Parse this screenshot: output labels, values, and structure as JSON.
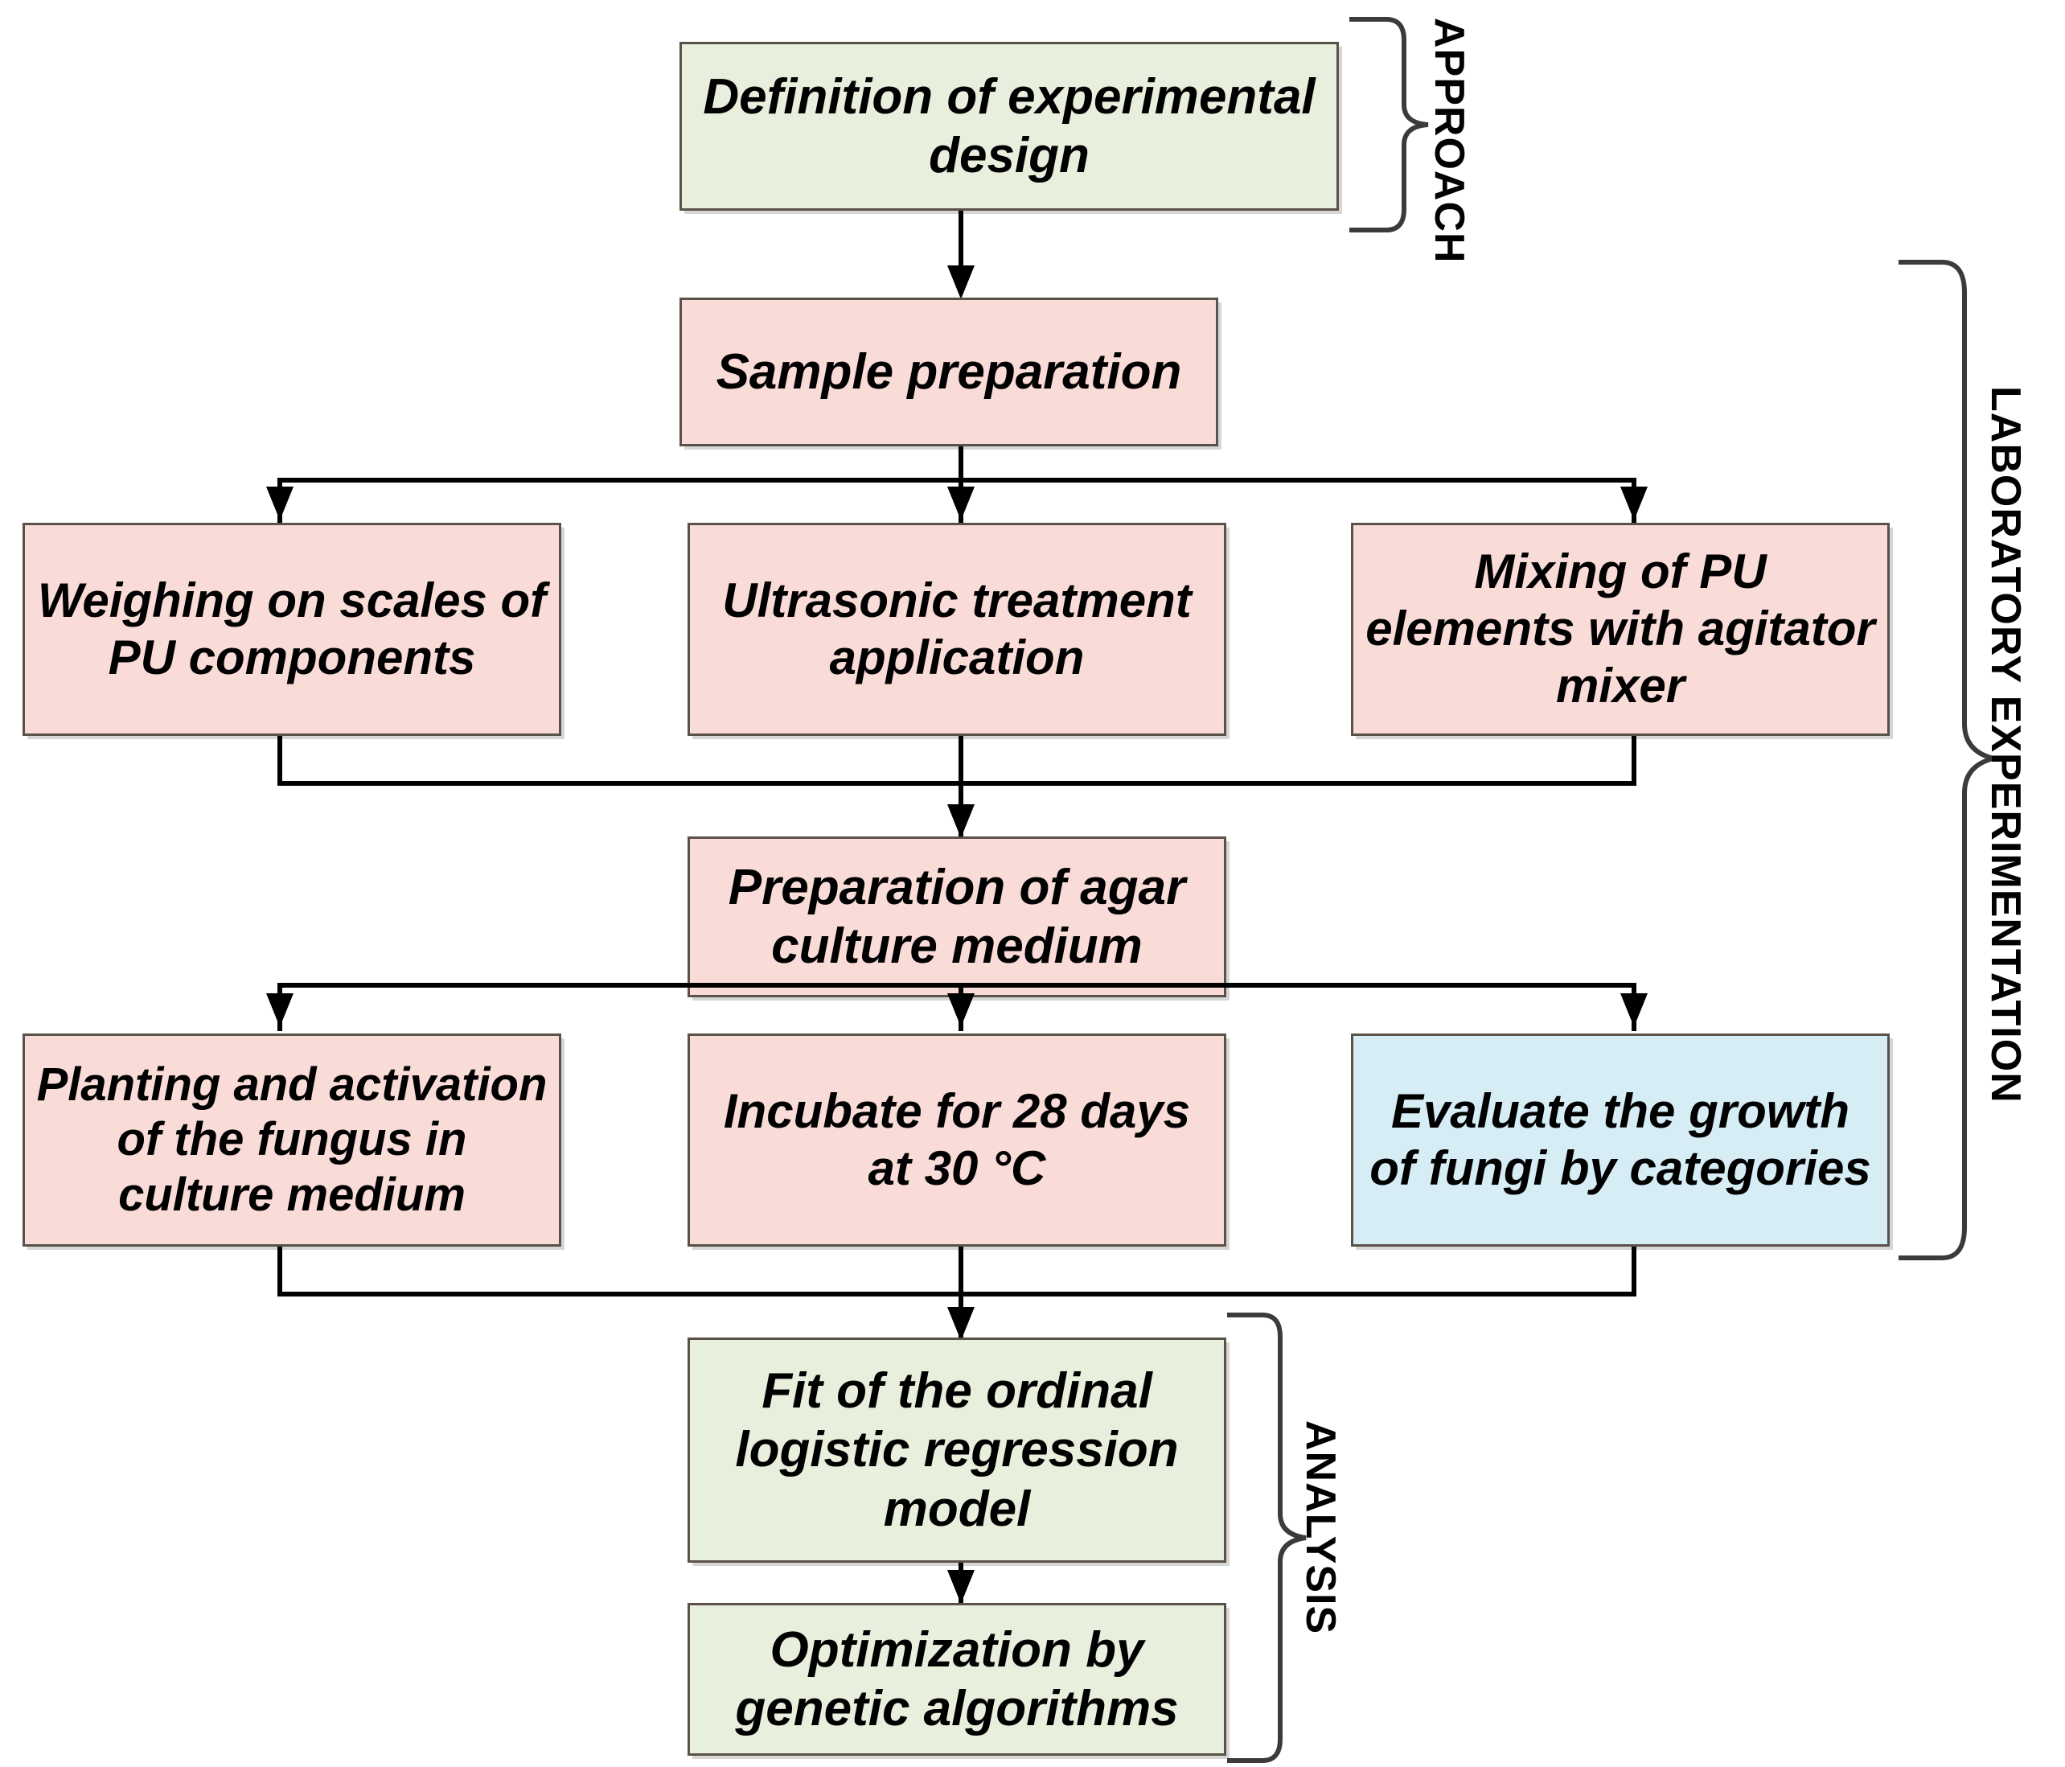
{
  "diagram": {
    "title": "Experimental workflow flowchart",
    "colors": {
      "green_fill": "#e9efdd",
      "pink_fill": "#f9dbd7",
      "blue_fill": "#d6edf5",
      "border": "#5a5148",
      "connector": "#000000"
    },
    "groups": [
      {
        "id": "approach",
        "label": "APPROACH"
      },
      {
        "id": "laboratory",
        "label": "LABORATORY EXPERIMENTATION"
      },
      {
        "id": "analysis",
        "label": "ANALYSIS"
      }
    ],
    "nodes": [
      {
        "id": "n1",
        "label": "Definition of experimental design",
        "fill": "green",
        "group": "approach"
      },
      {
        "id": "n2",
        "label": "Sample preparation",
        "fill": "pink",
        "group": "laboratory"
      },
      {
        "id": "n3",
        "label": "Weighing on scales of PU components",
        "fill": "pink",
        "group": "laboratory"
      },
      {
        "id": "n4",
        "label": "Ultrasonic treatment application",
        "fill": "pink",
        "group": "laboratory"
      },
      {
        "id": "n5",
        "label": "Mixing of PU elements with agitator mixer",
        "fill": "pink",
        "group": "laboratory"
      },
      {
        "id": "n6",
        "label": "Preparation of agar culture medium",
        "fill": "pink",
        "group": "laboratory"
      },
      {
        "id": "n7",
        "label": "Planting and activation of the fungus in culture medium",
        "fill": "pink",
        "group": "laboratory"
      },
      {
        "id": "n8",
        "label": "Incubate for 28 days at 30 °C",
        "fill": "pink",
        "group": "laboratory"
      },
      {
        "id": "n9",
        "label": "Evaluate the growth of fungi by categories",
        "fill": "blue",
        "group": "laboratory"
      },
      {
        "id": "n10",
        "label": "Fit of the ordinal logistic regression model",
        "fill": "green",
        "group": "analysis"
      },
      {
        "id": "n11",
        "label": "Optimization by genetic algorithms",
        "fill": "green",
        "group": "analysis"
      }
    ],
    "edges": [
      {
        "from": "n1",
        "to": "n2"
      },
      {
        "from": "n2",
        "to": "n3"
      },
      {
        "from": "n2",
        "to": "n4"
      },
      {
        "from": "n2",
        "to": "n5"
      },
      {
        "from": "n3",
        "to": "n6"
      },
      {
        "from": "n4",
        "to": "n6"
      },
      {
        "from": "n5",
        "to": "n6"
      },
      {
        "from": "n6",
        "to": "n7"
      },
      {
        "from": "n6",
        "to": "n8"
      },
      {
        "from": "n6",
        "to": "n9"
      },
      {
        "from": "n7",
        "to": "n10"
      },
      {
        "from": "n8",
        "to": "n10"
      },
      {
        "from": "n9",
        "to": "n10"
      },
      {
        "from": "n10",
        "to": "n11"
      }
    ]
  }
}
